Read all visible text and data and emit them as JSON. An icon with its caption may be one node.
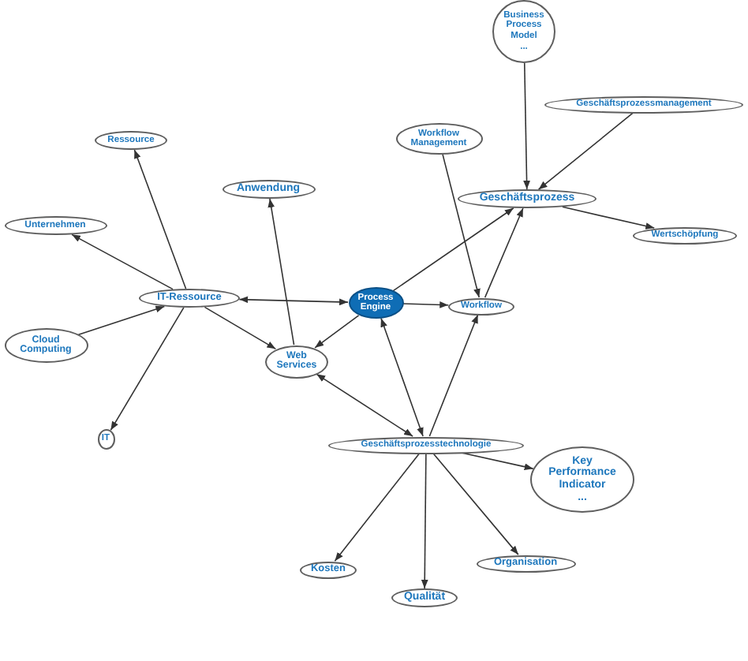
{
  "diagram": {
    "nodes": [
      {
        "text": [
          "Business Process Model",
          "..."
        ]
      },
      {
        "text": [
          "Geschäftsprozessmanagement"
        ]
      },
      {
        "text": [
          "Workflow Management"
        ]
      },
      {
        "text": [
          "Ressource"
        ]
      },
      {
        "text": [
          "Anwendung"
        ]
      },
      {
        "text": [
          "Geschäftsprozess"
        ]
      },
      {
        "text": [
          "Unternehmen"
        ]
      },
      {
        "text": [
          "Wertschöpfung"
        ]
      },
      {
        "text": [
          "IT-Ressource"
        ]
      },
      {
        "text": [
          "Process Engine"
        ]
      },
      {
        "text": [
          "Workflow"
        ]
      },
      {
        "text": [
          "Cloud Computing"
        ]
      },
      {
        "text": [
          "Web Services"
        ]
      },
      {
        "text": [
          "IT"
        ]
      },
      {
        "text": [
          "Geschäftsprozesstechnologie"
        ]
      },
      {
        "text": [
          "Key Performance Indicator",
          "..."
        ]
      },
      {
        "text": [
          "Organisation"
        ]
      },
      {
        "text": [
          "Kosten"
        ]
      },
      {
        "text": [
          "Qualität"
        ]
      }
    ],
    "edges": [
      {
        "from": 0,
        "to": 5,
        "arrow": "to"
      },
      {
        "from": 1,
        "to": 5,
        "arrow": "to"
      },
      {
        "from": 2,
        "to": 10,
        "arrow": "to"
      },
      {
        "from": 8,
        "to": 3,
        "arrow": "to"
      },
      {
        "from": 12,
        "to": 4,
        "arrow": "to"
      },
      {
        "from": 5,
        "to": 7,
        "arrow": "to"
      },
      {
        "from": 8,
        "to": 6,
        "arrow": "to"
      },
      {
        "from": 8,
        "to": 9,
        "arrow": "both"
      },
      {
        "from": 9,
        "to": 10,
        "arrow": "to"
      },
      {
        "from": 9,
        "to": 5,
        "arrow": "to"
      },
      {
        "from": 10,
        "to": 5,
        "arrow": "to"
      },
      {
        "from": 11,
        "to": 8,
        "arrow": "to"
      },
      {
        "from": 8,
        "to": 12,
        "arrow": "to"
      },
      {
        "from": 8,
        "to": 13,
        "arrow": "to"
      },
      {
        "from": 9,
        "to": 12,
        "arrow": "to"
      },
      {
        "from": 12,
        "to": 14,
        "arrow": "both"
      },
      {
        "from": 9,
        "to": 14,
        "arrow": "both"
      },
      {
        "from": 14,
        "to": 10,
        "arrow": "to"
      },
      {
        "from": 14,
        "to": 15,
        "arrow": "to"
      },
      {
        "from": 14,
        "to": 16,
        "arrow": "to"
      },
      {
        "from": 14,
        "to": 18,
        "arrow": "to"
      },
      {
        "from": 14,
        "to": 17,
        "arrow": "to"
      }
    ]
  }
}
